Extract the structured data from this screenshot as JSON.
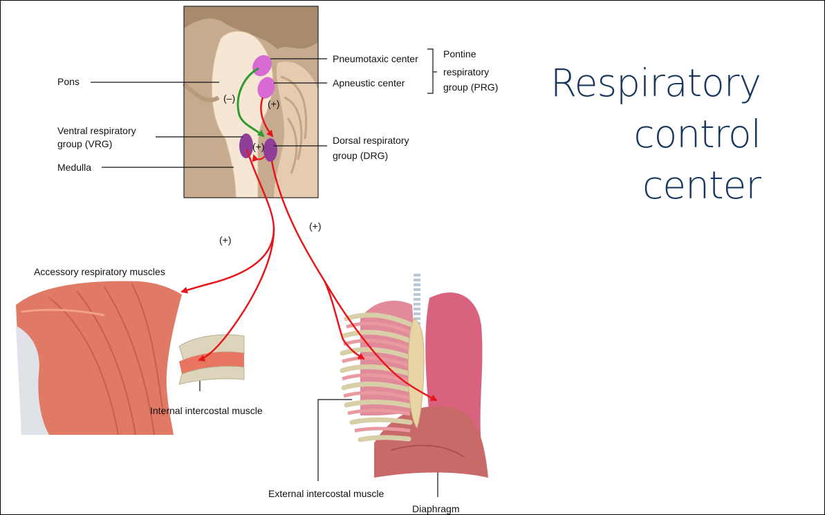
{
  "title": {
    "lines": [
      "Respiratory",
      "control",
      "center"
    ]
  },
  "colors": {
    "title": "#17375e",
    "pathway_red": "#e8161b",
    "pathway_green": "#2c9a2c",
    "pneumotaxic": "#d86bd3",
    "respiratory_groups": "#8f3f98",
    "muscle": "#e07a66",
    "lung": "#d9637f",
    "bone": "#e8d4a4"
  },
  "labels": {
    "pons": "Pons",
    "vrg_line1": "Ventral respiratory",
    "vrg_line2": "group (VRG)",
    "medulla": "Medulla",
    "pneumotaxic": "Pneumotaxic center",
    "apneustic": "Apneustic center",
    "prg_line1": "Pontine",
    "prg_line2": "respiratory",
    "prg_line3": "group (PRG)",
    "drg_line1": "Dorsal respiratory",
    "drg_line2": "group (DRG)",
    "sign_minus": "(–)",
    "sign_plus_1": "(+)",
    "sign_plus_center": "(+)",
    "sign_plus_left": "(+)",
    "sign_plus_right": "(+)",
    "accessory": "Accessory respiratory muscles",
    "internal_intercostal": "Internal intercostal muscle",
    "external_intercostal": "External intercostal muscle",
    "diaphragm": "Diaphragm"
  }
}
